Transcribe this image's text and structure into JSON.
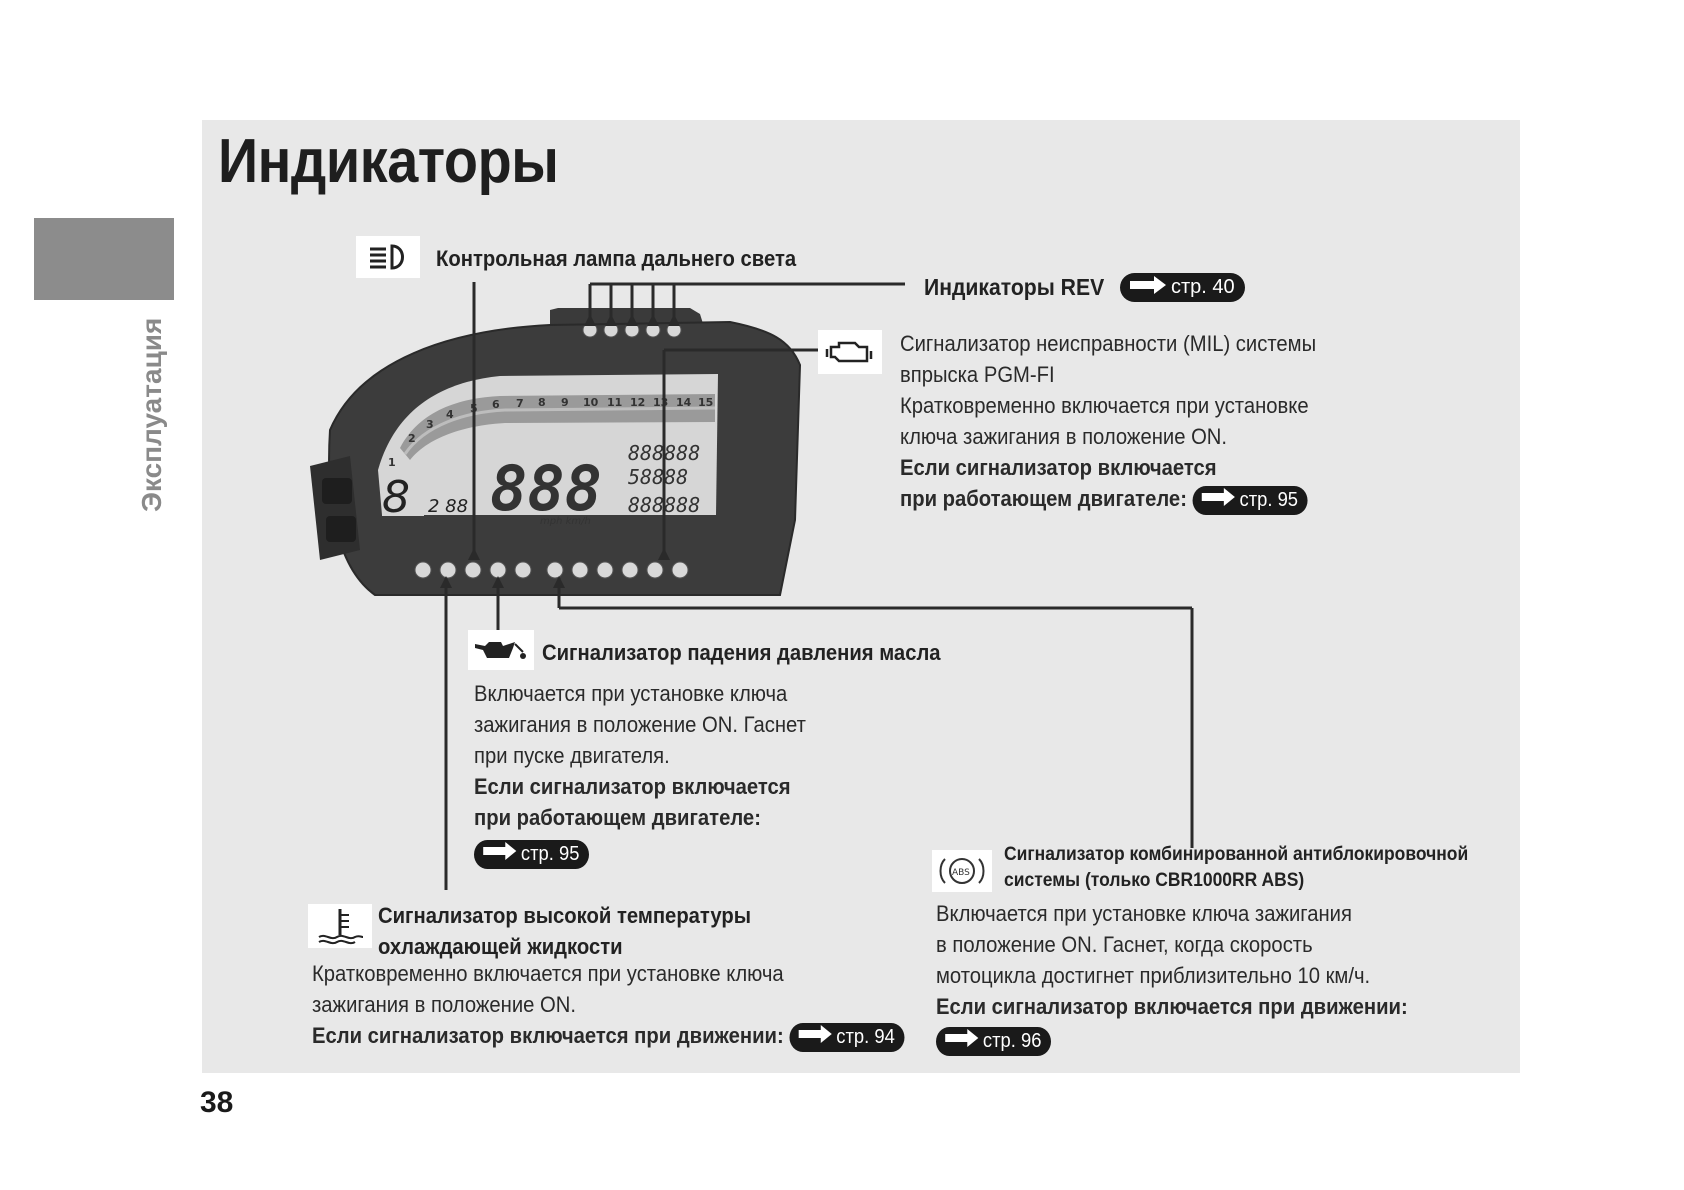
{
  "page": {
    "title": "Индикаторы",
    "section": "Эксплуатация",
    "number": "38"
  },
  "high_beam": {
    "icon": "high-beam-icon",
    "label": "Контрольная лампа дальнего света"
  },
  "rev": {
    "label": "Индикаторы REV",
    "ref": "стр. 40"
  },
  "mil": {
    "icon": "engine-check-icon",
    "lines": [
      "Сигнализатор неисправности (MIL) системы",
      "впрыска PGM-FI",
      "Кратковременно включается при установке",
      "ключа зажигания в положение ON."
    ],
    "bold1": "Если сигнализатор включается",
    "bold2": "при работающем двигателе:",
    "ref": "стр. 95"
  },
  "oil": {
    "icon": "oil-pressure-icon",
    "label": "Сигнализатор падения давления масла",
    "lines": [
      "Включается при установке ключа",
      "зажигания в положение ON. Гаснет",
      "при пуске двигателя."
    ],
    "bold1": "Если сигнализатор включается",
    "bold2": "при работающем двигателе:",
    "ref": "стр. 95"
  },
  "abs": {
    "icon": "abs-icon",
    "label1": "Сигнализатор комбинированной антиблокировочной",
    "label2": "системы (только CBR1000RR ABS)",
    "lines": [
      "Включается при установке ключа зажигания",
      "в положение ON. Гаснет, когда скорость",
      "мотоцикла достигнет приблизительно 10 км/ч."
    ],
    "bold": "Если сигнализатор включается при движении:",
    "ref": "стр. 96"
  },
  "temp": {
    "icon": "coolant-temperature-icon",
    "label1": "Сигнализатор высокой температуры",
    "label2": "охлаждающей жидкости",
    "lines": [
      "Кратковременно включается при установке ключа",
      "зажигания в положение ON."
    ],
    "bold": "Если сигнализатор включается при движении:",
    "ref": "стр. 94"
  },
  "dashboard": {
    "tach_numbers": [
      "1",
      "2",
      "3",
      "4",
      "5",
      "6",
      "7",
      "8",
      "9",
      "10",
      "11",
      "12",
      "13",
      "14",
      "15"
    ],
    "gear": "8",
    "speed": "888",
    "speed_unit": "mph km/h",
    "odo": [
      "888888",
      "58888",
      "888888"
    ],
    "small_label": "2 88"
  }
}
